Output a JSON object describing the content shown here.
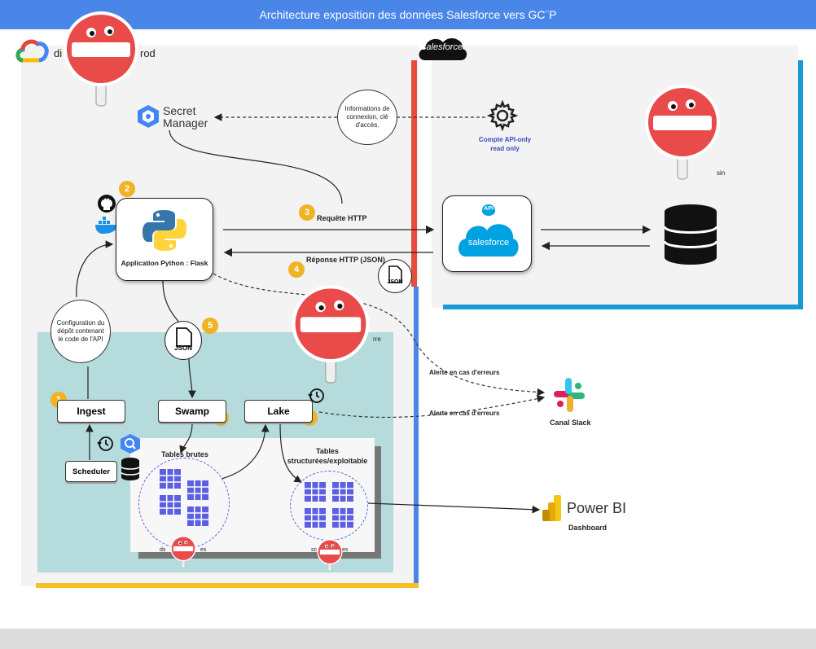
{
  "title": "Architecture exposition des données Salesforce vers GC¨P",
  "gcp": {
    "project_label_left": "di",
    "project_label_right": "rod"
  },
  "secret_manager": {
    "line1": "Secret",
    "line2": "Manager"
  },
  "info_bubble": {
    "text": "Informations de connexion, clé d'accès."
  },
  "api_account": {
    "line1": "Compte API-only",
    "line2": "read only"
  },
  "python_app": {
    "label": "Application Python : Flask"
  },
  "steps": {
    "s1": "1",
    "s2": "2",
    "s3": "3",
    "s4": "4",
    "s5": "5",
    "s6": "6",
    "s7": "7"
  },
  "http": {
    "request": "Requête HTTP",
    "response": "Réponse HTTP (JSON)"
  },
  "json_icon": "JSON",
  "config_bubble": {
    "text": "Configuration du dépôt contenant le code de l'API"
  },
  "salesforce": {
    "logo": "salesforce",
    "api": "API",
    "top_logo": "salesforce"
  },
  "sf_right_label": "sin",
  "storage_label": "rre",
  "pipeline": {
    "ingest": "Ingest",
    "swamp": "Swamp",
    "lake": "Lake",
    "scheduler": "Scheduler",
    "raw_tables": "Tables brutes",
    "structured_tables": "Tables structurées/exploitable",
    "raw_dataset": "ds",
    "raw_dataset_suffix": "es",
    "structured_dataset": "sc",
    "structured_dataset_suffix": "es"
  },
  "alerts": {
    "a1": "Alerte en cas d'erreurs",
    "a2": "Alerte en cas d'erreurs"
  },
  "slack": {
    "label": "Canal Slack"
  },
  "powerbi": {
    "name": "Power BI",
    "sub": "Dashboard"
  },
  "colors": {
    "title_bar": "#4a86e8",
    "gcp_bg": "#f3f3f3",
    "storage_bg": "#b5dbdd",
    "red": "#e74c3c",
    "blue": "#4a86e8",
    "yellow": "#f6c026",
    "cyan": "#1a9bd7",
    "badge": "#f0b323",
    "sf_blue": "#00a1e0",
    "grid_purple": "#5b5fe0"
  },
  "icons": [
    "gcp-logo-icon",
    "secret-manager-icon",
    "gear-icon",
    "github-icon",
    "docker-icon",
    "python-icon",
    "salesforce-cloud-icon",
    "database-icon",
    "json-file-icon",
    "history-icon",
    "bigquery-icon",
    "slack-icon",
    "powerbi-icon",
    "stop-sign-sticker-icon"
  ]
}
